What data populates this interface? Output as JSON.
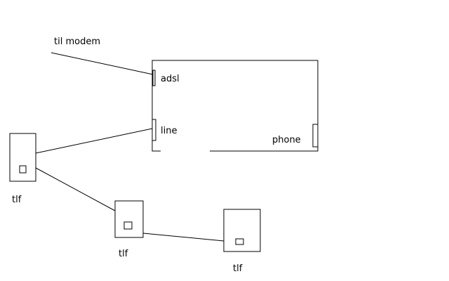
{
  "labels": {
    "modem": "til modem",
    "adsl": "adsl",
    "line": "line",
    "phone": "phone",
    "tlf1": "tlf",
    "tlf2": "tlf",
    "tlf3": "tlf"
  },
  "colors": {
    "stroke": "#000000",
    "background": "#ffffff"
  }
}
